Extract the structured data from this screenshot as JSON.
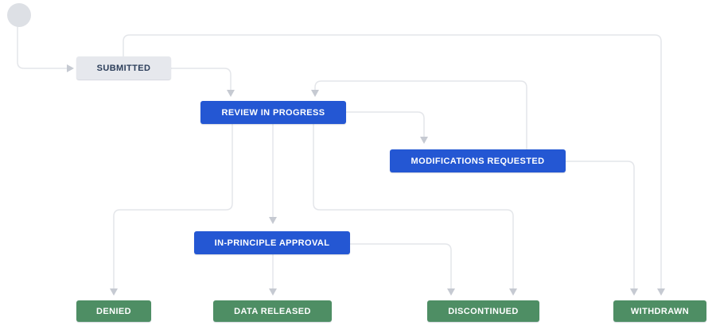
{
  "diagram": {
    "type": "workflow",
    "nodes": [
      {
        "id": "start",
        "label": "",
        "kind": "start"
      },
      {
        "id": "submitted",
        "label": "SUBMITTED",
        "kind": "initial"
      },
      {
        "id": "review",
        "label": "REVIEW IN PROGRESS",
        "kind": "in-progress"
      },
      {
        "id": "modifications",
        "label": "MODIFICATIONS REQUESTED",
        "kind": "in-progress"
      },
      {
        "id": "inprinciple",
        "label": "IN-PRINCIPLE APPROVAL",
        "kind": "in-progress"
      },
      {
        "id": "denied",
        "label": "DENIED",
        "kind": "done"
      },
      {
        "id": "datareleased",
        "label": "DATA RELEASED",
        "kind": "done"
      },
      {
        "id": "discontinued",
        "label": "DISCONTINUED",
        "kind": "done"
      },
      {
        "id": "withdrawn",
        "label": "WITHDRAWN",
        "kind": "done"
      }
    ],
    "edges": [
      {
        "from": "start",
        "to": "submitted"
      },
      {
        "from": "submitted",
        "to": "review"
      },
      {
        "from": "submitted",
        "to": "withdrawn"
      },
      {
        "from": "review",
        "to": "modifications"
      },
      {
        "from": "modifications",
        "to": "review"
      },
      {
        "from": "review",
        "to": "denied"
      },
      {
        "from": "review",
        "to": "inprinciple"
      },
      {
        "from": "review",
        "to": "discontinued"
      },
      {
        "from": "inprinciple",
        "to": "datareleased"
      },
      {
        "from": "inprinciple",
        "to": "discontinued"
      },
      {
        "from": "modifications",
        "to": "withdrawn"
      }
    ],
    "colors": {
      "initial_bg": "#e6e8ed",
      "initial_text": "#2c3e5a",
      "in_progress_bg": "#2457d3",
      "in_progress_text": "#ffffff",
      "done_bg": "#4e8e64",
      "done_text": "#ffffff",
      "start_node": "#dde0e5",
      "edge_line": "#e4e6ea",
      "edge_arrow": "#c6cad2",
      "canvas_bg": "#ffffff"
    }
  }
}
